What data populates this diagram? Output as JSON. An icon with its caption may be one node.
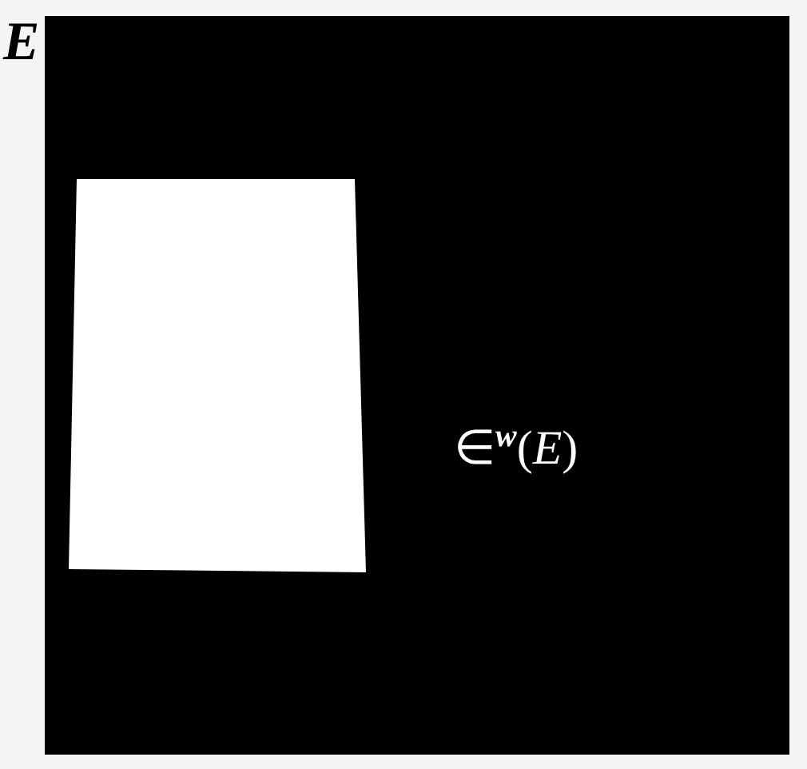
{
  "diagram": {
    "nodes": [
      {
        "text": [
          "∈$^{w}$(*E*)"
        ]
      },
      {
        "text": [],
        "shape": "box",
        "in": 0
      }
    ],
    "labels": [
      "E"
    ]
  }
}
